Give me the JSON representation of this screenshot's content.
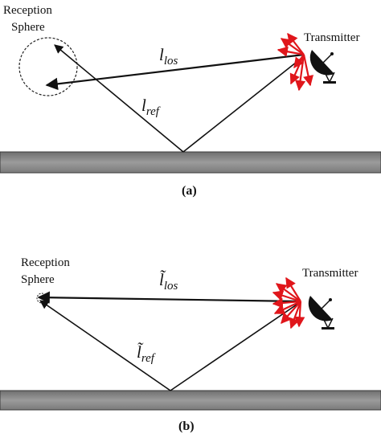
{
  "panel_a": {
    "caption": "(a)",
    "reception_label_line1": "Reception",
    "reception_label_line2": "Sphere",
    "transmitter_label": "Transmitter",
    "los_symbol": "l",
    "los_subscript": "los",
    "ref_symbol": "l",
    "ref_subscript": "ref"
  },
  "panel_b": {
    "caption": "(b)",
    "reception_label_line1": "Reception",
    "reception_label_line2": "Sphere",
    "transmitter_label": "Transmitter",
    "los_symbol": "l̃",
    "los_subscript": "los",
    "ref_symbol": "l̃",
    "ref_subscript": "ref"
  },
  "colors": {
    "ray": "#111111",
    "emission": "#e0161b",
    "ground_fill": "#8a8a8a",
    "ground_edge": "#3a3a3a",
    "sphere": "#222222"
  },
  "icons": {
    "transmitter": "satellite-dish-icon"
  }
}
